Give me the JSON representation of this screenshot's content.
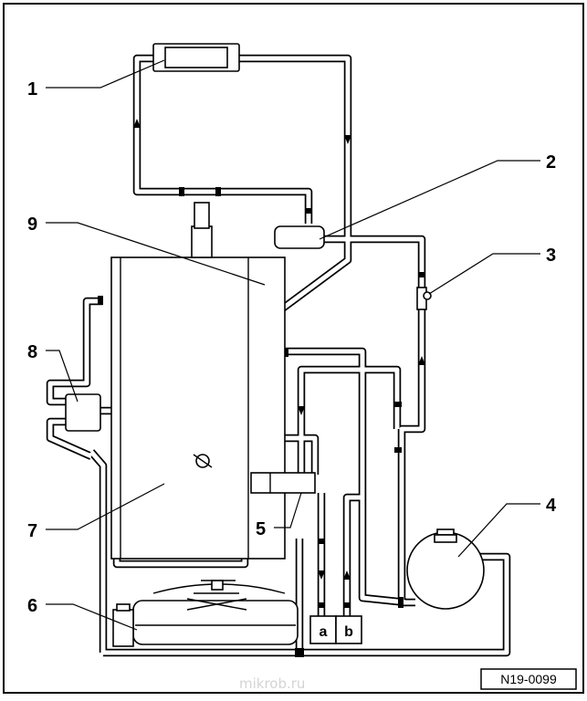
{
  "diagram": {
    "callouts": [
      {
        "id": "1",
        "label": "1"
      },
      {
        "id": "2",
        "label": "2"
      },
      {
        "id": "3",
        "label": "3"
      },
      {
        "id": "4",
        "label": "4"
      },
      {
        "id": "5",
        "label": "5"
      },
      {
        "id": "6",
        "label": "6"
      },
      {
        "id": "7",
        "label": "7"
      },
      {
        "id": "8",
        "label": "8"
      },
      {
        "id": "9",
        "label": "9"
      }
    ],
    "ports": {
      "a": "a",
      "b": "b"
    },
    "reference_code": "N19-0099",
    "watermark": "mikrob.ru"
  }
}
